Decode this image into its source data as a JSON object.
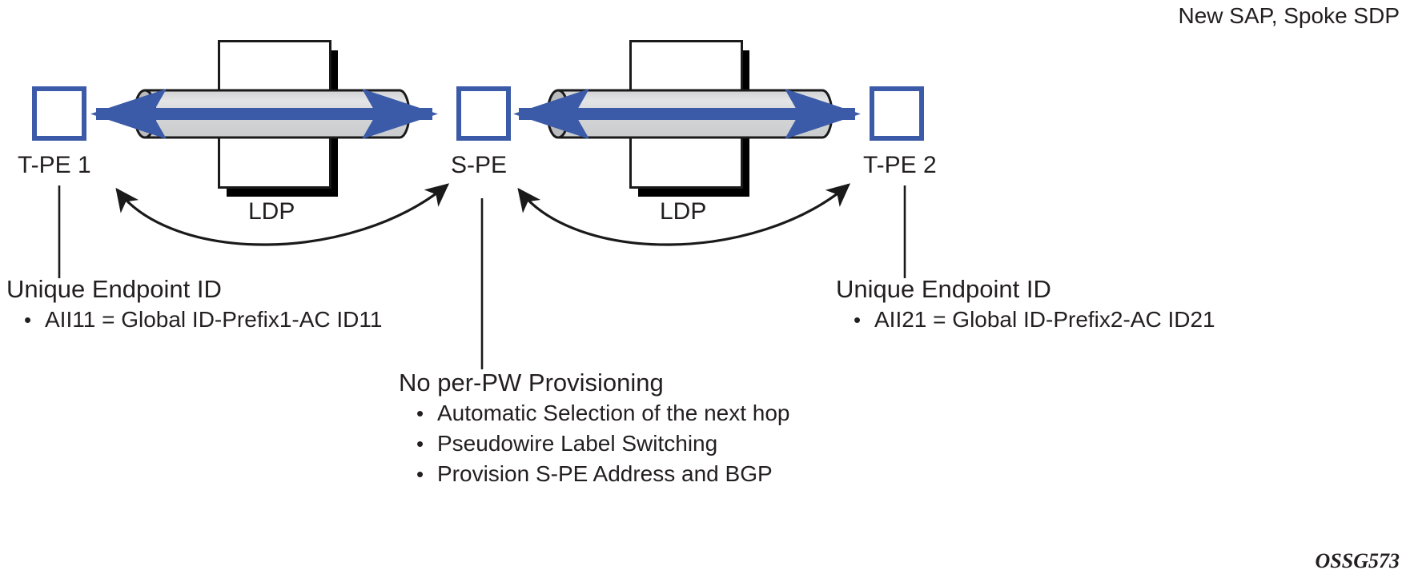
{
  "header": {
    "note": "New SAP, Spoke SDP"
  },
  "diagram": {
    "type": "network-topology",
    "nodes": [
      {
        "id": "tpe1",
        "label": "T-PE 1"
      },
      {
        "id": "spe",
        "label": "S-PE"
      },
      {
        "id": "tpe2",
        "label": "T-PE 2"
      }
    ],
    "tunnels": [
      {
        "id": "ldp-left",
        "label": "LDP",
        "from": "tpe1",
        "to": "spe"
      },
      {
        "id": "ldp-right",
        "label": "LDP",
        "from": "spe",
        "to": "tpe2"
      }
    ],
    "signaling_arcs": [
      {
        "id": "arc-left",
        "from": "tpe1",
        "to": "spe"
      },
      {
        "id": "arc-right",
        "from": "spe",
        "to": "tpe2"
      }
    ],
    "colors": {
      "node_border": "#3b5aa8",
      "pw_line": "#3b5aa8",
      "tunnel_fill": "#d4d6d8",
      "tunnel_stroke": "#1a1a1a",
      "text": "#231f20",
      "shadow": "#000000",
      "background": "#ffffff"
    }
  },
  "callouts": {
    "left": {
      "title": "Unique Endpoint ID",
      "bullets": [
        {
          "marker": "•",
          "text": "AII11 = Global ID-Prefix1-AC ID11"
        }
      ]
    },
    "right": {
      "title": "Unique Endpoint ID",
      "bullets": [
        {
          "marker": "•",
          "text": "AII21 = Global ID-Prefix2-AC ID21"
        }
      ]
    },
    "center": {
      "title": "No per-PW Provisioning",
      "bullets": [
        {
          "marker": "•",
          "text": "Automatic Selection of the next hop"
        },
        {
          "marker": "•",
          "text": "Pseudowire Label Switching"
        },
        {
          "marker": "•",
          "text": "Provision S-PE Address and BGP"
        }
      ]
    }
  },
  "footer": {
    "tag": "OSSG573"
  }
}
